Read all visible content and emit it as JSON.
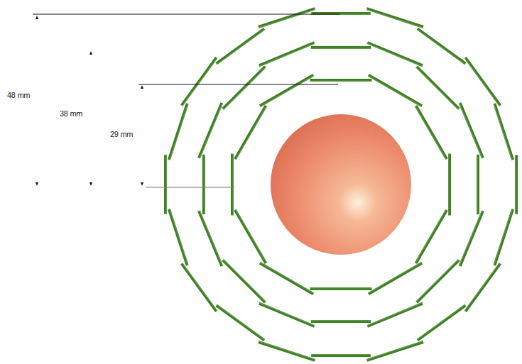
{
  "diagram": {
    "labels": [
      "48 mm",
      "38 mm",
      "29 mm"
    ]
  }
}
